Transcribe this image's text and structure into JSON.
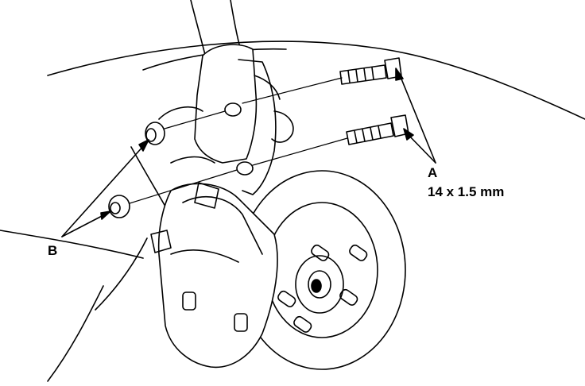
{
  "callouts": {
    "a_letter": "A",
    "a_spec": "14 x 1.5 mm",
    "b_letter": "B"
  },
  "colors": {
    "ink": "#000000",
    "paper": "#ffffff"
  }
}
